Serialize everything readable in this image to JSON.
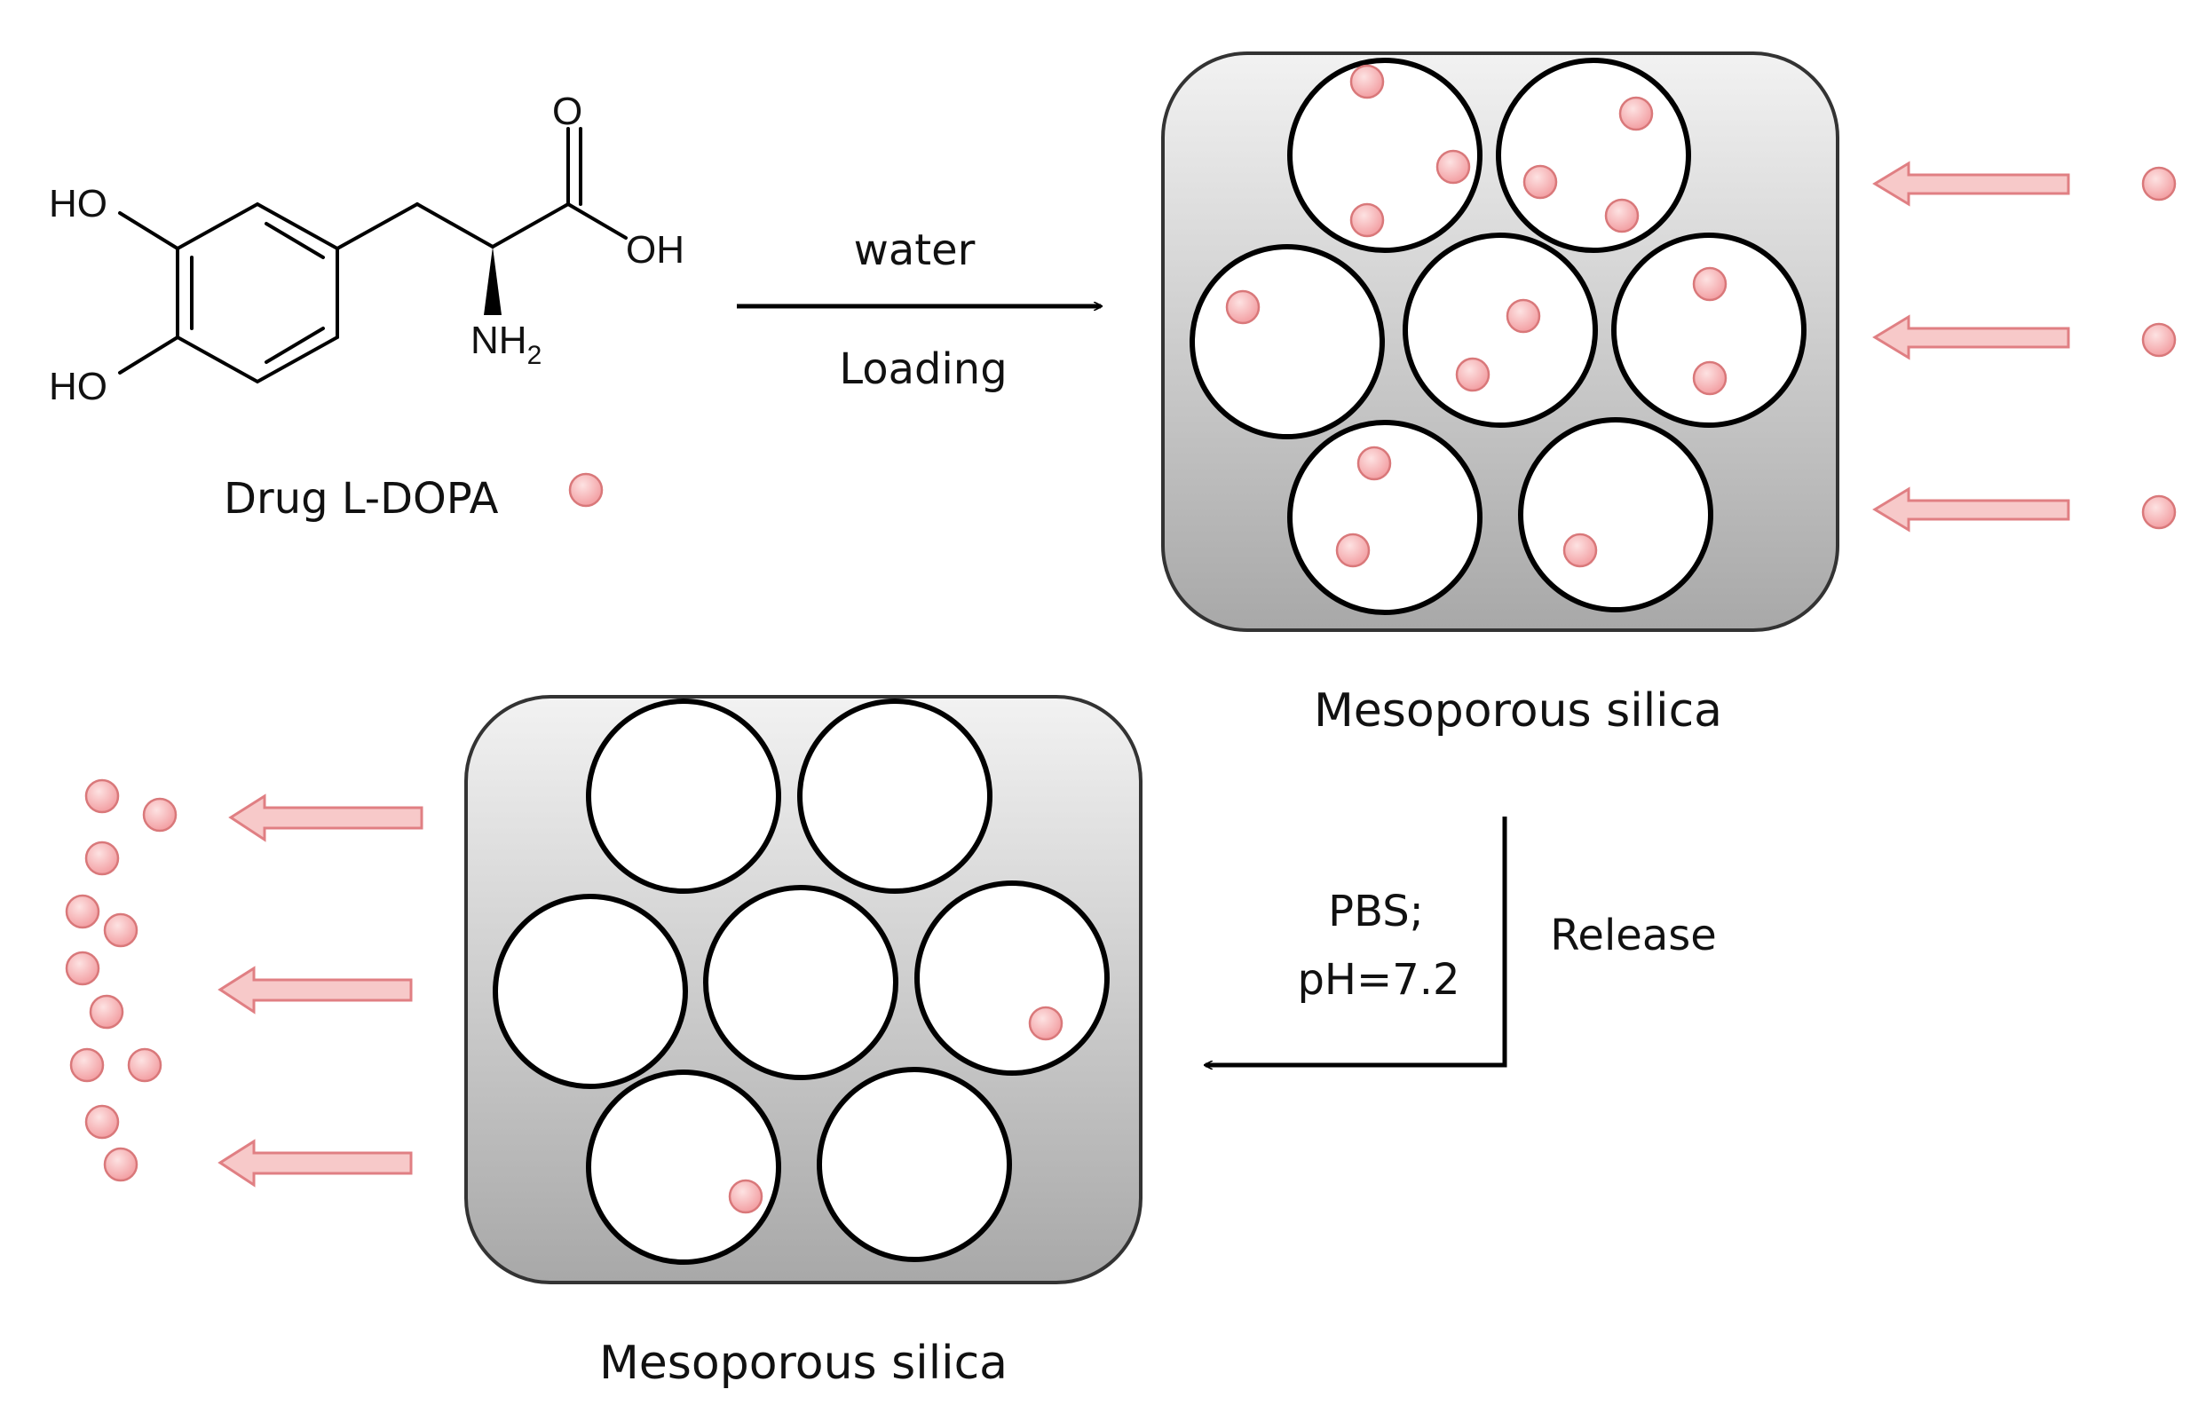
{
  "molecule": {
    "ho_top": "HO",
    "ho_bottom": "HO",
    "carbonyl_o": "O",
    "acid_oh": "OH",
    "amine": "NH",
    "amine_sub": "2"
  },
  "drug_label": "Drug L-DOPA",
  "loading": {
    "above": "water",
    "below": "Loading"
  },
  "release": {
    "condition_line1": "PBS;",
    "condition_line2": "pH=7.2",
    "label": "Release"
  },
  "loaded_particle": {
    "caption": "Mesoporous silica"
  },
  "released_particle": {
    "caption": "Mesoporous silica"
  },
  "colors": {
    "drug_fill": "#f6b3b5",
    "drug_stroke": "#d9787a",
    "particle_top": "#f2f2f2",
    "particle_bottom": "#a9a9a9",
    "arrow_fill": "#f7c9c9"
  }
}
